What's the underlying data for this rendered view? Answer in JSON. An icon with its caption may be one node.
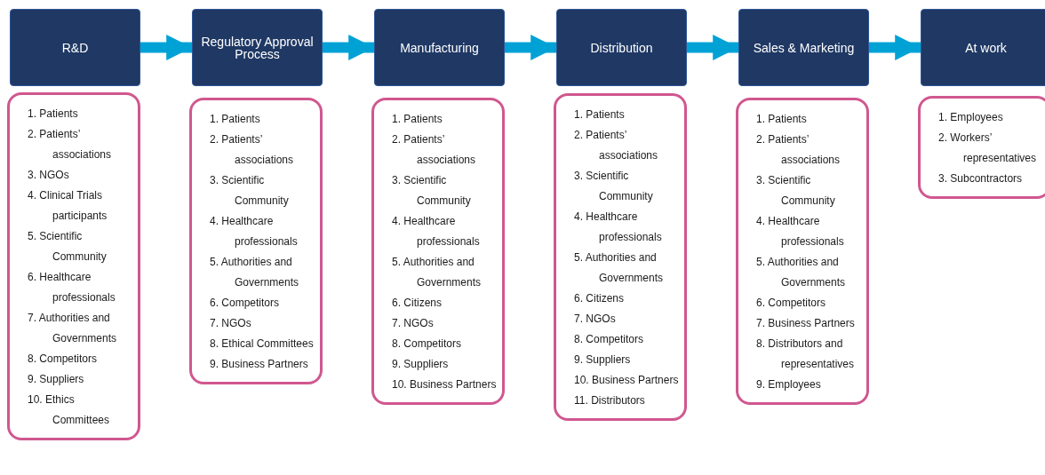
{
  "diagram": {
    "nodes": [
      {
        "text": [
          "R&D"
        ]
      },
      {
        "text": [
          "Regulatory Approval Process"
        ]
      },
      {
        "text": [
          "Manufacturing"
        ]
      },
      {
        "text": [
          "Distribution"
        ]
      },
      {
        "text": [
          "Sales & Marketing"
        ]
      },
      {
        "text": [
          "At work"
        ]
      },
      {
        "text": [
          "1. Patients",
          "2. Patients’ associations",
          "3. NGOs",
          "4. Clinical Trials participants",
          "5. Scientific Community",
          "6. Healthcare professionals",
          "7. Authorities and Governments",
          "8. Competitors",
          "9. Suppliers",
          "10. Ethics Committees"
        ]
      },
      {
        "text": [
          "1. Patients",
          "2. Patients’ associations",
          "3. Scientific Community",
          "4. Healthcare professionals",
          "5. Authorities and Governments",
          "6. Competitors",
          "7. NGOs",
          "8. Ethical Committees",
          "9. Business Partners"
        ]
      },
      {
        "text": [
          "1. Patients",
          "2. Patients’ associations",
          "3. Scientific Community",
          "4. Healthcare professionals",
          "5. Authorities and Governments",
          "6. Citizens",
          "7. NGOs",
          "8. Competitors",
          "9. Suppliers",
          "10. Business Partners"
        ]
      },
      {
        "text": [
          "1. Patients",
          "2. Patients’ associations",
          "3. Scientific Community",
          "4. Healthcare professionals",
          "5. Authorities and Governments",
          "6. Citizens",
          "7. NGOs",
          "8. Competitors",
          "9. Suppliers",
          "10. Business Partners",
          "11. Distributors"
        ]
      },
      {
        "text": [
          "1. Patients",
          "2. Patients’ associations",
          "3. Scientific Community",
          "4. Healthcare professionals",
          "5. Authorities and Governments",
          "6. Competitors",
          "7. Business Partners",
          "8. Distributors and representatives",
          "9. Employees"
        ]
      },
      {
        "text": [
          "1. Employees",
          "2. Workers’ representatives",
          "3. Subcontractors"
        ]
      }
    ],
    "edges": [
      {
        "from": 0,
        "to": 1,
        "arrow": "to"
      },
      {
        "from": 1,
        "to": 2,
        "arrow": "to"
      },
      {
        "from": 2,
        "to": 3,
        "arrow": "to"
      },
      {
        "from": 3,
        "to": 4,
        "arrow": "to"
      },
      {
        "from": 4,
        "to": 5,
        "arrow": "to"
      }
    ]
  }
}
